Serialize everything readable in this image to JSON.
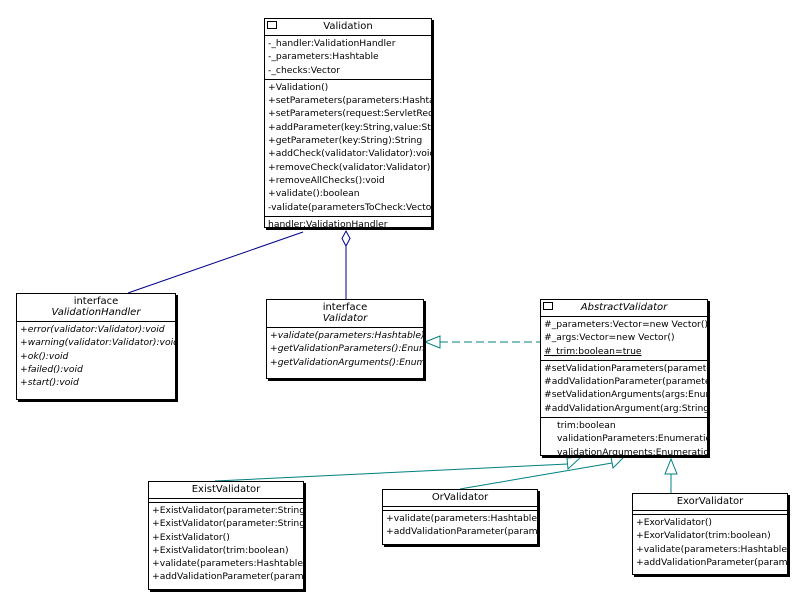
{
  "validation": {
    "name": "Validation",
    "attributes": [
      "-_handler:ValidationHandler",
      "-_parameters:Hashtable",
      "-_checks:Vector"
    ],
    "operations": [
      "+Validation()",
      "+setParameters(parameters:Hashtable)",
      "+setParameters(request:ServletRequest)",
      "+addParameter(key:String,value:String)",
      "+getParameter(key:String):String",
      "+addCheck(validator:Validator):void",
      "+removeCheck(validator:Validator)",
      "+removeAllChecks():void",
      "+validate():boolean",
      "-validate(parametersToCheck:Vector)"
    ],
    "properties": [
      "handler:ValidationHandler"
    ]
  },
  "validation_handler": {
    "stereotype": "interface",
    "name": "ValidationHandler",
    "operations": [
      "+error(validator:Validator):void",
      "+warning(validator:Validator):void",
      "+ok():void",
      "+failed():void",
      "+start():void"
    ]
  },
  "validator": {
    "stereotype": "interface",
    "name": "Validator",
    "operations": [
      "+validate(parameters:Hashtable):",
      "+getValidationParameters():Enum",
      "+getValidationArguments():Enum"
    ]
  },
  "abstract_validator": {
    "name": "AbstractValidator",
    "attributes": [
      "#_parameters:Vector=new Vector()",
      "#_args:Vector=new Vector()",
      "#_trim:boolean=true"
    ],
    "operations": [
      "#setValidationParameters(parameters)",
      "#addValidationParameter(parameter)",
      "#setValidationArguments(args:Enum)",
      "#addValidationArgument(arg:String)"
    ],
    "properties": [
      "trim:boolean",
      "validationParameters:Enumeration",
      "validationArguments:Enumeration"
    ]
  },
  "exist_validator": {
    "name": "ExistValidator",
    "operations": [
      "+ExistValidator(parameter:String,",
      "+ExistValidator(parameter:String)",
      "+ExistValidator()",
      "+ExistValidator(trim:boolean)",
      "+validate(parameters:Hashtable):",
      "+addValidationParameter(parameter)"
    ]
  },
  "or_validator": {
    "name": "OrValidator",
    "operations": [
      "+validate(parameters:Hashtable):",
      "+addValidationParameter(parameter)"
    ]
  },
  "exor_validator": {
    "name": "ExorValidator",
    "operations": [
      "+ExorValidator()",
      "+ExorValidator(trim:boolean)",
      "+validate(parameters:Hashtable):",
      "+addValidationParameter(parameter)"
    ]
  },
  "colors": {
    "line": "#00008b",
    "realization": "#008080",
    "border": "#000000"
  }
}
